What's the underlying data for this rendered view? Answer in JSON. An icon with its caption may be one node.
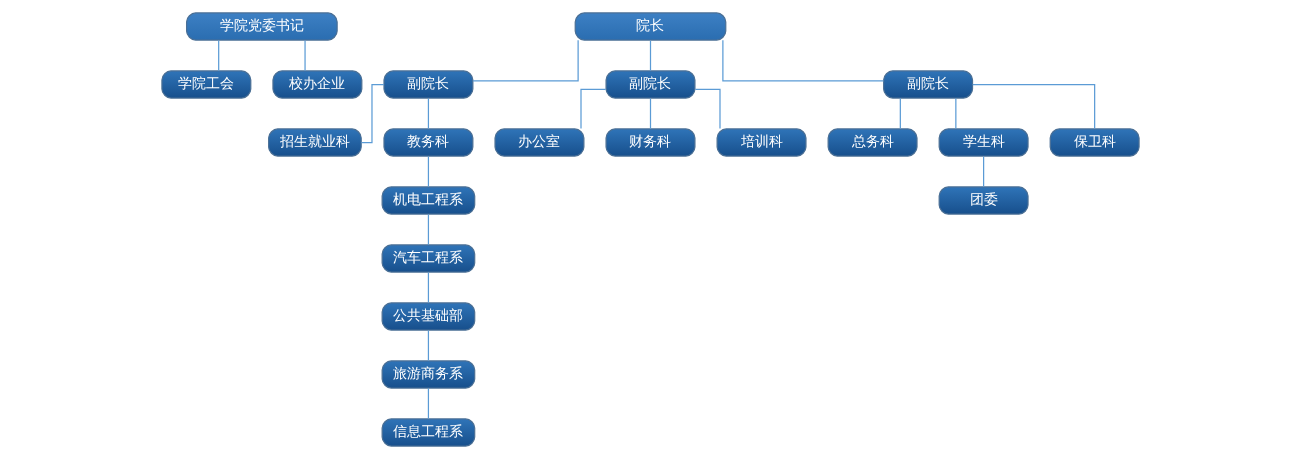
{
  "diagram": {
    "nodes": [
      {
        "text": [
          "学院党委书记"
        ]
      },
      {
        "text": [
          "学院工会"
        ]
      },
      {
        "text": [
          "校办企业"
        ]
      },
      {
        "text": [
          "院长"
        ]
      },
      {
        "text": [
          "副院长"
        ]
      },
      {
        "text": [
          "副院长"
        ]
      },
      {
        "text": [
          "副院长"
        ]
      },
      {
        "text": [
          "招生就业科"
        ]
      },
      {
        "text": [
          "教务科"
        ]
      },
      {
        "text": [
          "机电工程系"
        ]
      },
      {
        "text": [
          "汽车工程系"
        ]
      },
      {
        "text": [
          "公共基础部"
        ]
      },
      {
        "text": [
          "旅游商务系"
        ]
      },
      {
        "text": [
          "信息工程系"
        ]
      },
      {
        "text": [
          "办公室"
        ]
      },
      {
        "text": [
          "财务科"
        ]
      },
      {
        "text": [
          "培训科"
        ]
      },
      {
        "text": [
          "总务科"
        ]
      },
      {
        "text": [
          "学生科"
        ]
      },
      {
        "text": [
          "保卫科"
        ]
      },
      {
        "text": [
          "团委"
        ]
      }
    ],
    "edges": [
      {
        "from": 0,
        "to": 1,
        "arrow": "none"
      },
      {
        "from": 0,
        "to": 2,
        "arrow": "none"
      },
      {
        "from": 3,
        "to": 4,
        "arrow": "none"
      },
      {
        "from": 3,
        "to": 5,
        "arrow": "none"
      },
      {
        "from": 3,
        "to": 6,
        "arrow": "none"
      },
      {
        "from": 4,
        "to": 7,
        "arrow": "none"
      },
      {
        "from": 4,
        "to": 8,
        "arrow": "none"
      },
      {
        "from": 8,
        "to": 9,
        "arrow": "none"
      },
      {
        "from": 9,
        "to": 10,
        "arrow": "none"
      },
      {
        "from": 10,
        "to": 11,
        "arrow": "none"
      },
      {
        "from": 11,
        "to": 12,
        "arrow": "none"
      },
      {
        "from": 12,
        "to": 13,
        "arrow": "none"
      },
      {
        "from": 5,
        "to": 14,
        "arrow": "none"
      },
      {
        "from": 5,
        "to": 15,
        "arrow": "none"
      },
      {
        "from": 5,
        "to": 16,
        "arrow": "none"
      },
      {
        "from": 6,
        "to": 17,
        "arrow": "none"
      },
      {
        "from": 6,
        "to": 18,
        "arrow": "none"
      },
      {
        "from": 6,
        "to": 19,
        "arrow": "none"
      },
      {
        "from": 18,
        "to": 20,
        "arrow": "none"
      }
    ]
  }
}
